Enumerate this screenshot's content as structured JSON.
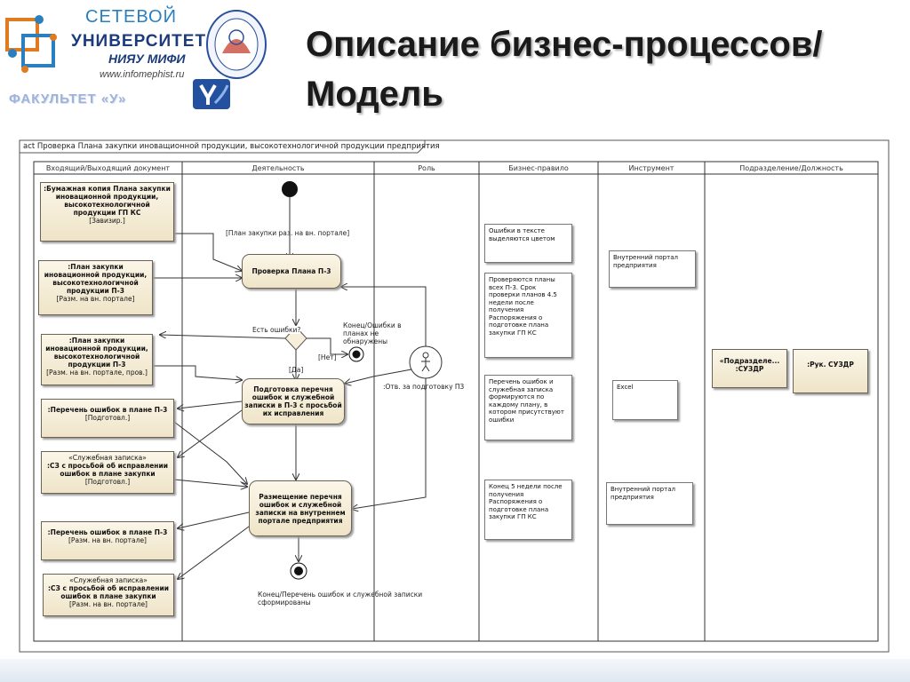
{
  "header": {
    "logo_line1": "СЕТЕВОЙ",
    "logo_line2": "УНИВЕРСИТЕТ",
    "logo_line3": "НИЯУ МИФИ",
    "logo_url": "www.infomephist.ru",
    "faculty": "ФАКУЛЬТЕТ «У»",
    "title_line1": "Описание бизнес-процессов/",
    "title_line2": "Модель"
  },
  "diagram": {
    "frame_title": "act Проверка Плана закупки иноващионной продукции, высокотехнологичной продукции предприятия",
    "lanes": [
      "Входящий/Выходящий документ",
      "Деятельность",
      "Роль",
      "Бизнес-правило",
      "Инструмент",
      "Подразделение/Должность"
    ],
    "documents": [
      {
        "name": ":Бумажная копия Плана закупки иновационной продукции, высокотехнологичной продукции ГП КС",
        "state": "[Завизир.]"
      },
      {
        "name": ":План закупки иновационной продукции, высокотехнологичной продукции П-3",
        "state": "[Разм. на вн. портале]"
      },
      {
        "name": ":План закупки иновационной продукции, высокотехнологичной продукции П-3",
        "state": "[Разм. на вн. портале, пров.]"
      },
      {
        "name": ":Перечень ошибок в плане П-3",
        "state": "[Подготовл.]"
      },
      {
        "stereotype": "«Служебная записка»",
        "name": ":СЗ с просьбой об исправлении ошибок в плане закупки",
        "state": "[Подготовл.]"
      },
      {
        "name": ":Перечень ошибок в плане П-3",
        "state": "[Разм. на вн. портале]"
      },
      {
        "stereotype": "«Служебная записка»",
        "name": ":СЗ с просьбой об исправлении ошибок в плане закупки",
        "state": "[Разм. на вн. портале]"
      }
    ],
    "activities": [
      "Проверка Плана П-3",
      "Подготовка перечня ошибок и служебной записки в П-3 с просьбой их исправления",
      "Размещение перечня ошибок и служебной записки на внутреннем портале предприятия"
    ],
    "labels": {
      "guard_portal": "[План закупки раз. на вн. портале]",
      "decision": "Есть ошибки?",
      "end_no_errors": "Конец/Ошибки в планах не обнаружены",
      "no": "[Нет]",
      "yes": "[Да]",
      "actor": ":Отв. за подготовку П3",
      "end_final": "Конец/Перечень ошибок и служебной записки сформированы"
    },
    "rules": [
      "Ошибки в тексте выделяются цветом",
      "Проверяются планы всех П-3. Срок проверки планов 4.5 недели после получения Распоряжения о подготовке плана закупки ГП КС",
      "Перечень ошибок и служебная записка формируются по каждому плану, в котором присутствуют ошибки",
      "Конец 5 недели после получения Распоряжения о подготовке плана закупки ГП КС"
    ],
    "tools": [
      "Внутренний портал предприятия",
      "Excel",
      "Внутренний портал предприятия"
    ],
    "units": [
      "«Подразделе... :СУЗДР",
      ":Рук. СУЗДР"
    ]
  }
}
